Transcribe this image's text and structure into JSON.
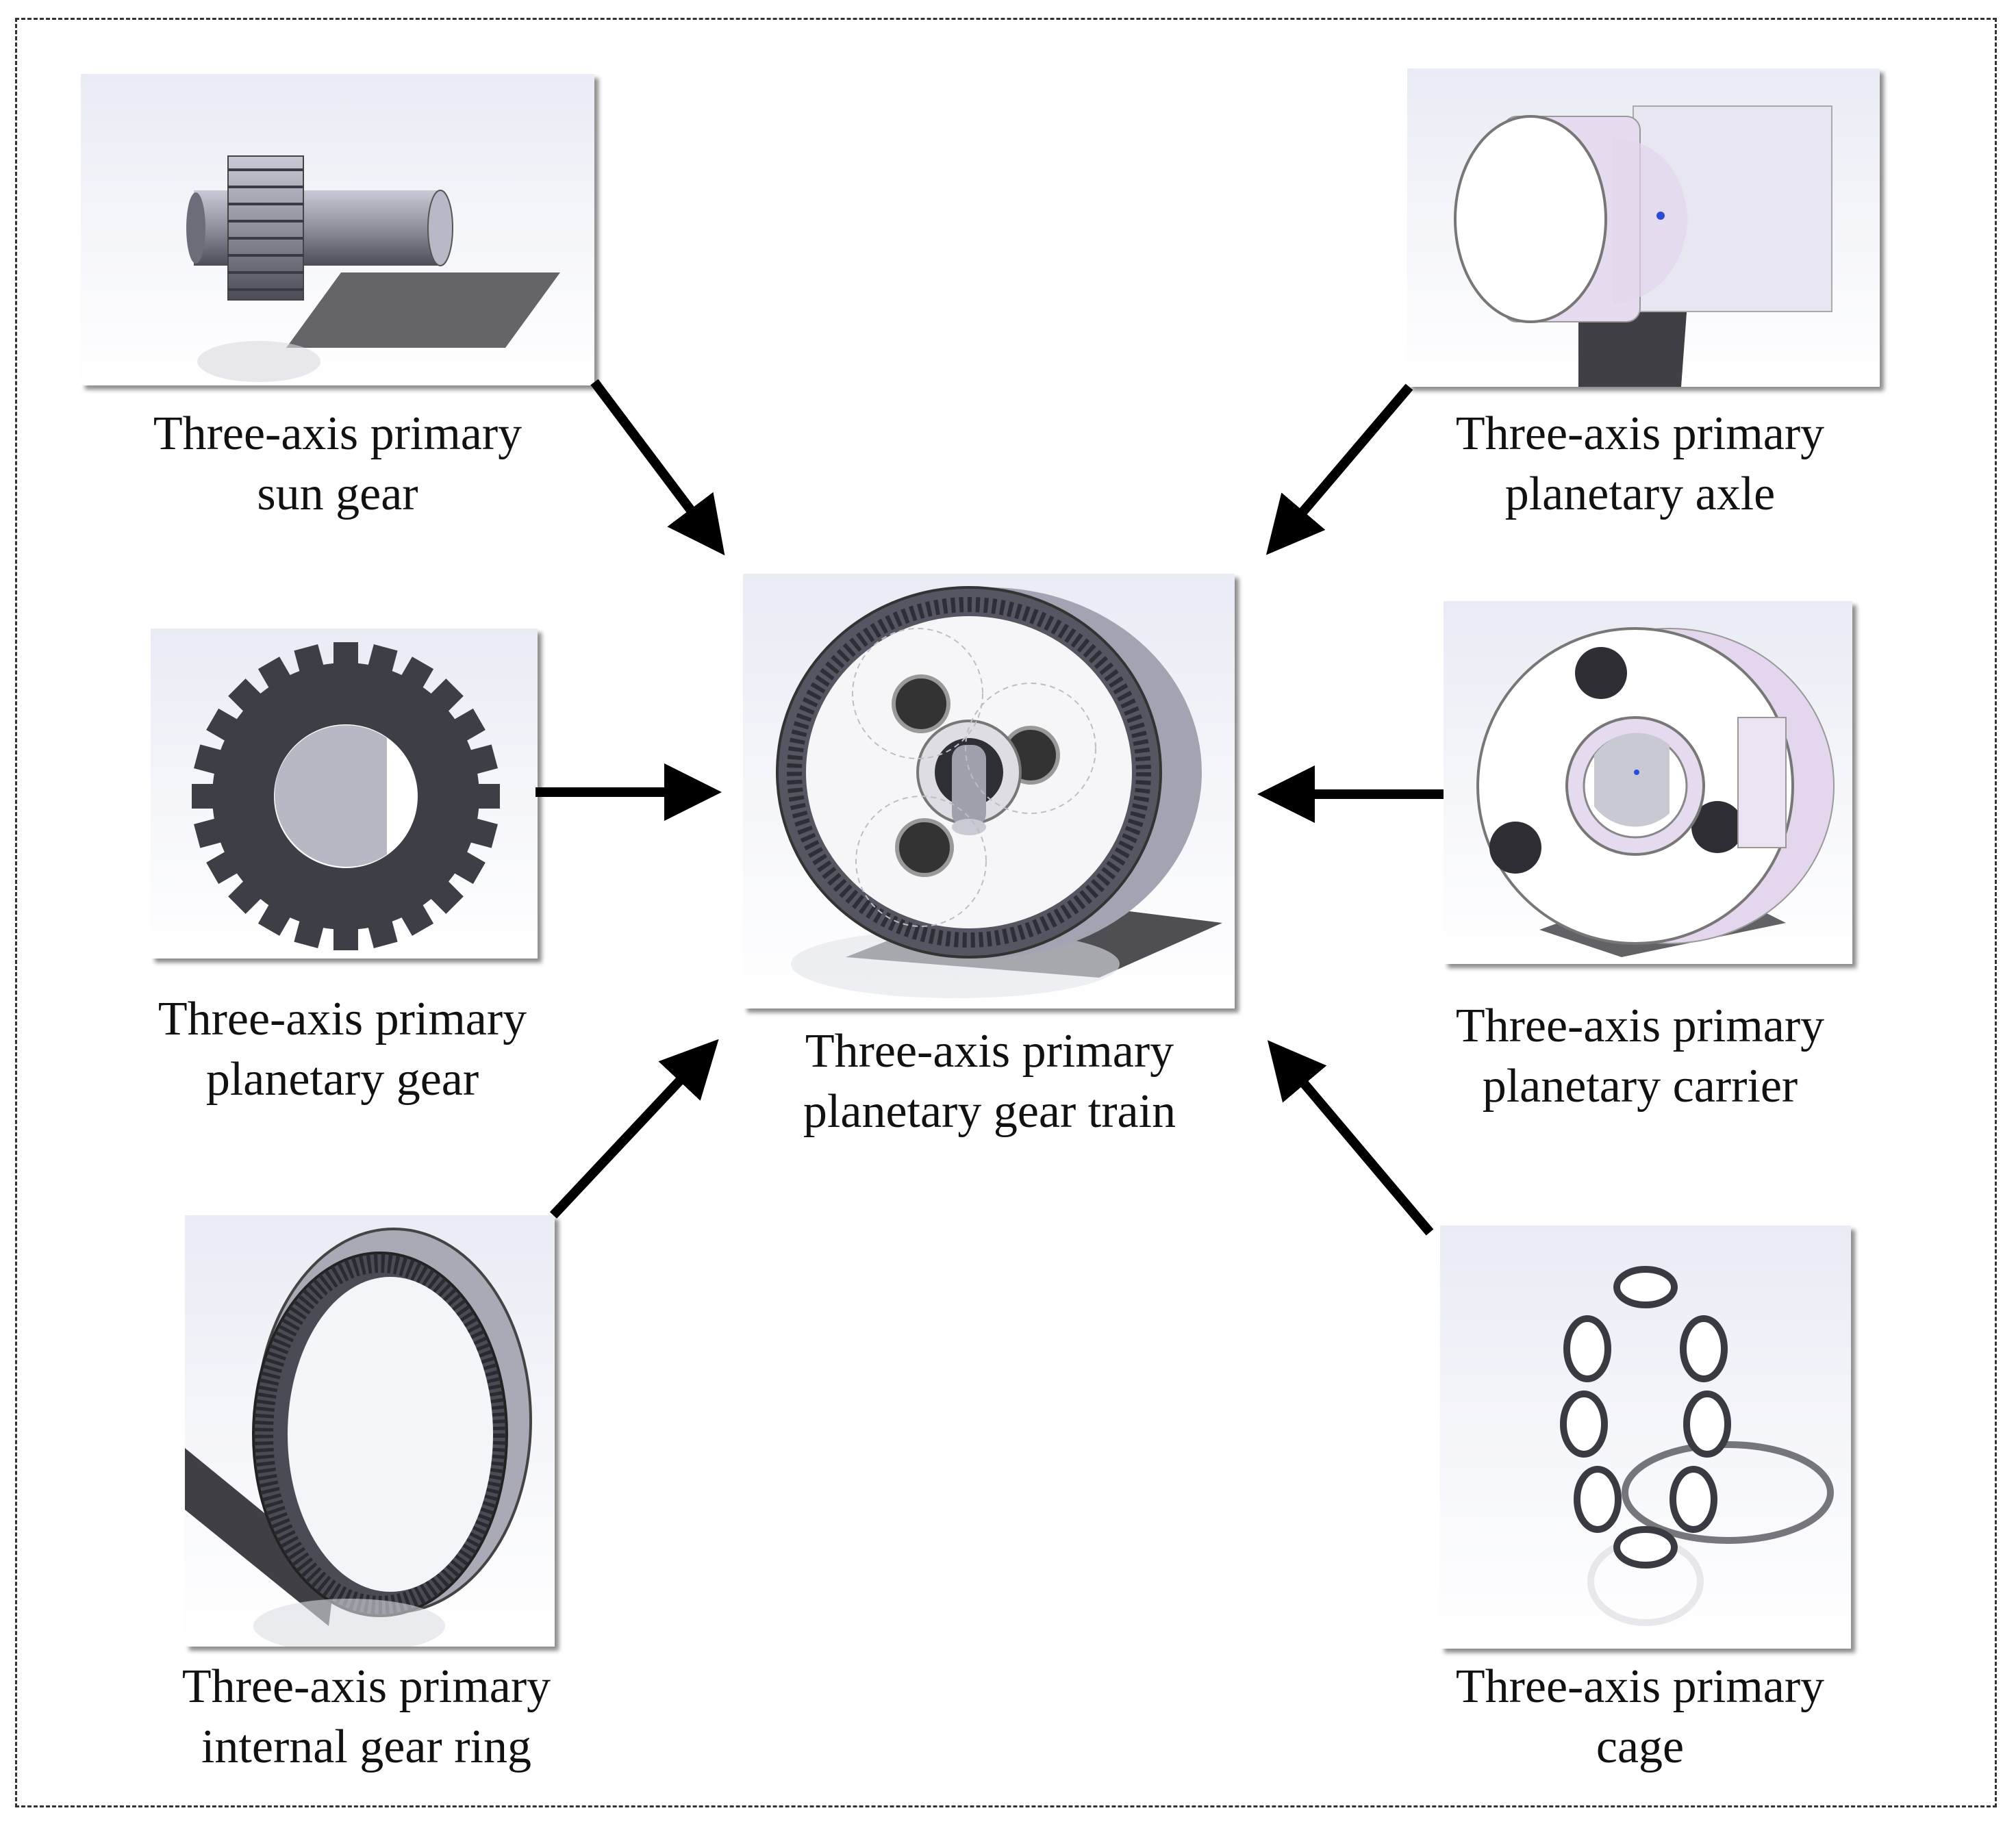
{
  "components": {
    "sun_gear": {
      "line1": "Three-axis primary",
      "line2": "sun gear"
    },
    "planetary_axle": {
      "line1": "Three-axis primary",
      "line2": "planetary axle"
    },
    "planetary_gear": {
      "line1": "Three-axis primary",
      "line2": "planetary gear"
    },
    "gear_train": {
      "line1": "Three-axis primary",
      "line2": "planetary gear train"
    },
    "planetary_carrier": {
      "line1": "Three-axis primary",
      "line2": "planetary carrier"
    },
    "internal_gear_ring": {
      "line1": "Three-axis primary",
      "line2": "internal gear ring"
    },
    "cage": {
      "line1": "Three-axis primary",
      "line2": "cage"
    }
  },
  "colors": {
    "arrow": "#000000",
    "frame": "#333333",
    "metal": "#8e8f9c",
    "dark_metal": "#3c3d46"
  }
}
